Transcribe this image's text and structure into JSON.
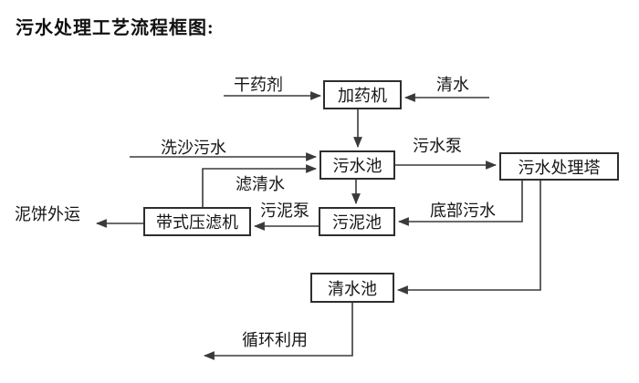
{
  "page": {
    "title": "污水处理工艺流程框图:"
  },
  "diagram": {
    "nodes": {
      "dosing_machine": "加药机",
      "sewage_pool": "污水池",
      "treatment_tower": "污水处理塔",
      "sludge_pool": "污泥池",
      "belt_filter_press": "带式压滤机",
      "clear_water_pool": "清水池"
    },
    "edge_labels": {
      "dry_chemical": "干药剂",
      "clear_water": "清水",
      "sand_washing_sewage": "洗沙污水",
      "sewage_pump": "污水泵",
      "filtered_water": "滤清水",
      "bottom_sewage": "底部污水",
      "sludge_pump": "污泥泵",
      "mud_cake_out": "泥饼外运",
      "recycling": "循环利用"
    },
    "colors": {
      "background": "#ffffff",
      "line": "#3a3a3a",
      "box_border": "#2e2e2e",
      "text": "#161616"
    }
  }
}
